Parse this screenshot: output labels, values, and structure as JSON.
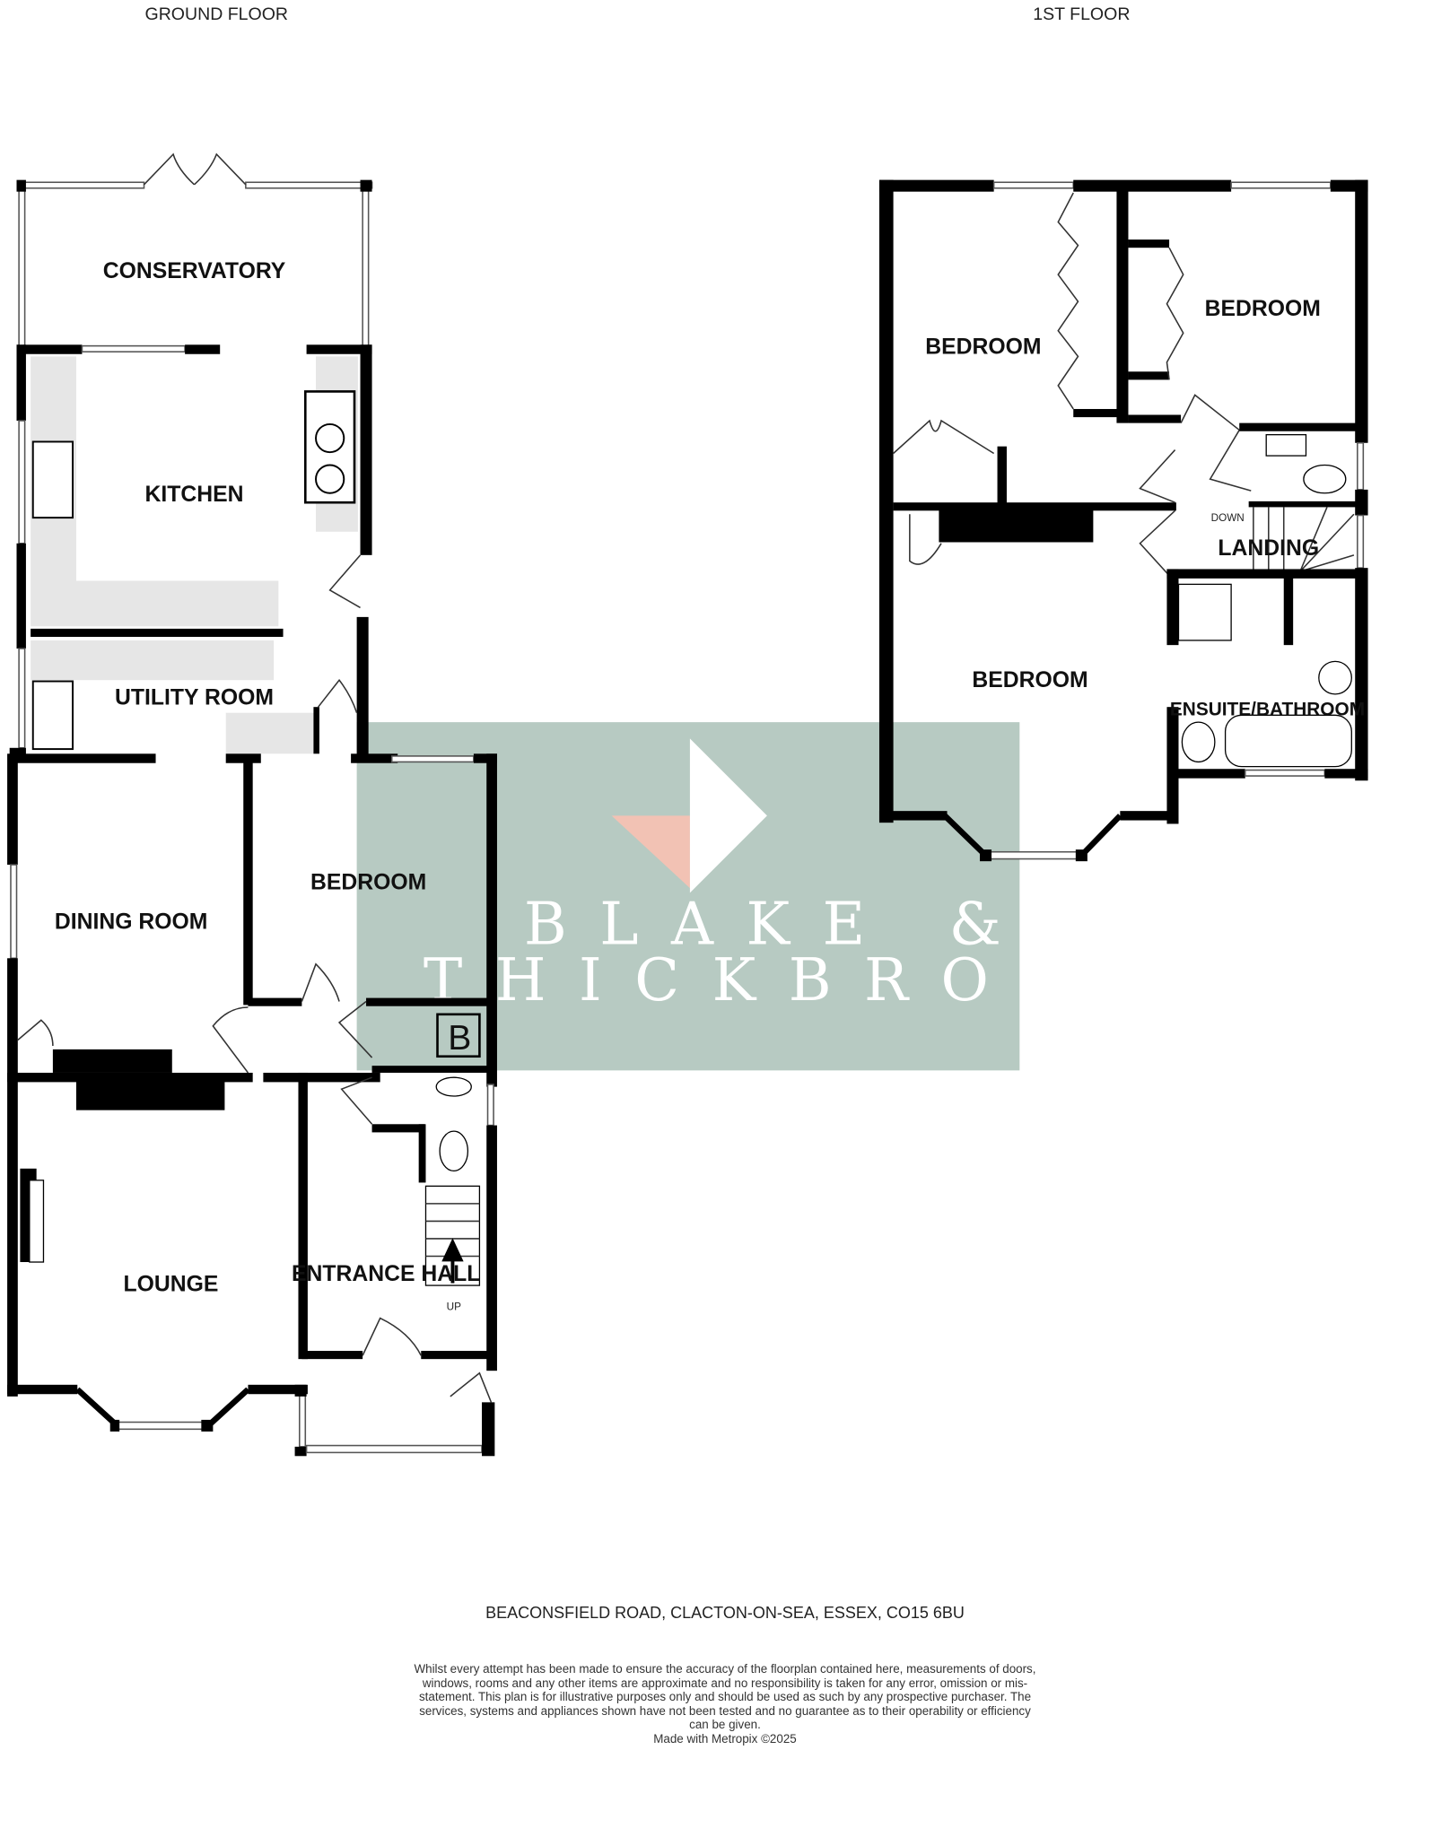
{
  "floors": {
    "ground": {
      "title": "GROUND FLOOR",
      "rooms": {
        "conservatory": "CONSERVATORY",
        "kitchen": "KITCHEN",
        "utility": "UTILITY ROOM",
        "dining": "DINING ROOM",
        "bedroom": "BEDROOM",
        "lounge": "LOUNGE",
        "entrance": "ENTRANCE HALL",
        "boiler": "B",
        "stairs_up": "UP"
      }
    },
    "first": {
      "title": "1ST FLOOR",
      "rooms": {
        "bedroom_1": "BEDROOM",
        "bedroom_2": "BEDROOM",
        "bedroom_3": "BEDROOM",
        "landing": "LANDING",
        "stairs_down": "DOWN",
        "ensuite": "ENSUITE/BATHROOM"
      }
    }
  },
  "watermark": {
    "line1": "BLAKE &",
    "line2": "THICKBROOM",
    "color": "#afc4bb",
    "accent": "#f2c2b4"
  },
  "address": "BEACONSFIELD ROAD, CLACTON-ON-SEA, ESSEX, CO15 6BU",
  "disclaimer": "Whilst every attempt has been made to ensure the accuracy of the floorplan contained here, measurements of doors, windows, rooms and any other items are approximate and no responsibility is taken for any error, omission or mis-statement. This plan is for illustrative purposes only and should be used as such by any prospective purchaser. The services, systems and appliances shown have not been tested and no guarantee as to their operability or efficiency can be given.",
  "credit": "Made with Metropix ©2025"
}
